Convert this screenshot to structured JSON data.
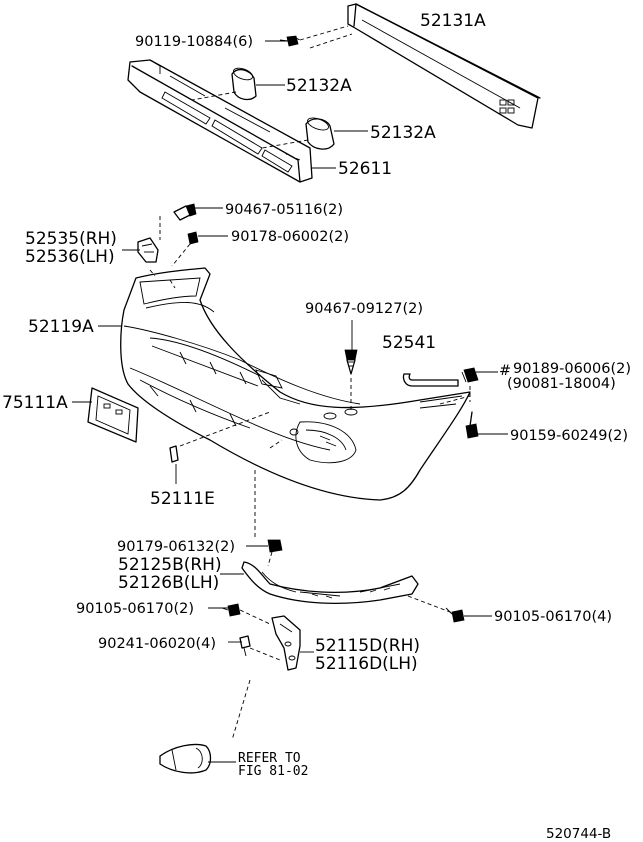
{
  "labels": {
    "p52131A": "52131A",
    "p90119": "90119-10884(6)",
    "p52132A_1": "52132A",
    "p52132A_2": "52132A",
    "p52611": "52611",
    "p90467_05116": "90467-05116(2)",
    "p52535": "52535(RH)",
    "p52536": "52536(LH)",
    "p90178": "90178-06002(2)",
    "p52119A": "52119A",
    "p90467_09127": "90467-09127(2)",
    "p52541": "52541",
    "p90189": "90189-06006(2)",
    "p90081": "(90081-18004)",
    "hash": "#",
    "p75111A": "75111A",
    "p90159": "90159-60249(2)",
    "p52111E": "52111E",
    "p90179": "90179-06132(2)",
    "p52125B": "52125B(RH)",
    "p52126B": "52126B(LH)",
    "p90105_left": "90105-06170(2)",
    "p90105_right": "90105-06170(4)",
    "p90241": "90241-06020(4)",
    "p52115D": "52115D(RH)",
    "p52116D": "52116D(LH)",
    "refer_to": "REFER TO",
    "fig": "FIG 81-02",
    "diagram_code": "520744-B"
  }
}
